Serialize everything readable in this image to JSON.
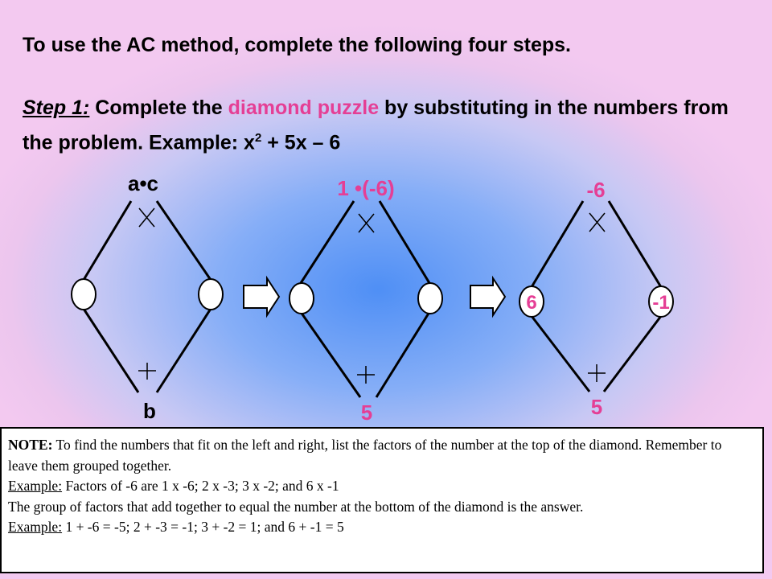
{
  "header": {
    "title": "To use the AC method, complete the following four steps.",
    "step_label": "Step 1:",
    "step_text_before": "  Complete the ",
    "step_highlight": "diamond puzzle",
    "step_text_after": " by substituting in the numbers from the problem.  Example:  x",
    "step_superscript": "2",
    "step_text_end": " + 5x – 6"
  },
  "diamonds": [
    {
      "top": "a•c",
      "bottom": "b",
      "left": "",
      "right": ""
    },
    {
      "top": "1 •(-6)",
      "bottom": "5",
      "left": "",
      "right": ""
    },
    {
      "top": "-6",
      "bottom": "5",
      "left": "6",
      "right": "-1"
    }
  ],
  "note": {
    "line1_label": "NOTE:",
    "line1_text": "  To find the numbers that fit on the left and right, list the factors of the number at the top of the diamond.  Remember to leave them grouped together.",
    "line2_label": "Example:",
    "line2_text": "  Factors of -6 are 1 x -6;  2 x -3;  3 x -2; and  6 x -1",
    "line3_text": "The group of factors that add together to equal the number at the bottom of the diamond  is the answer.",
    "line4_label": "Example:",
    "line4_text": " 1 + -6 = -5; 2 + -3 = -1; 3 + -2 = 1; and 6 + -1 = 5"
  },
  "colors": {
    "highlight": "#e53f95",
    "text": "#000000"
  }
}
